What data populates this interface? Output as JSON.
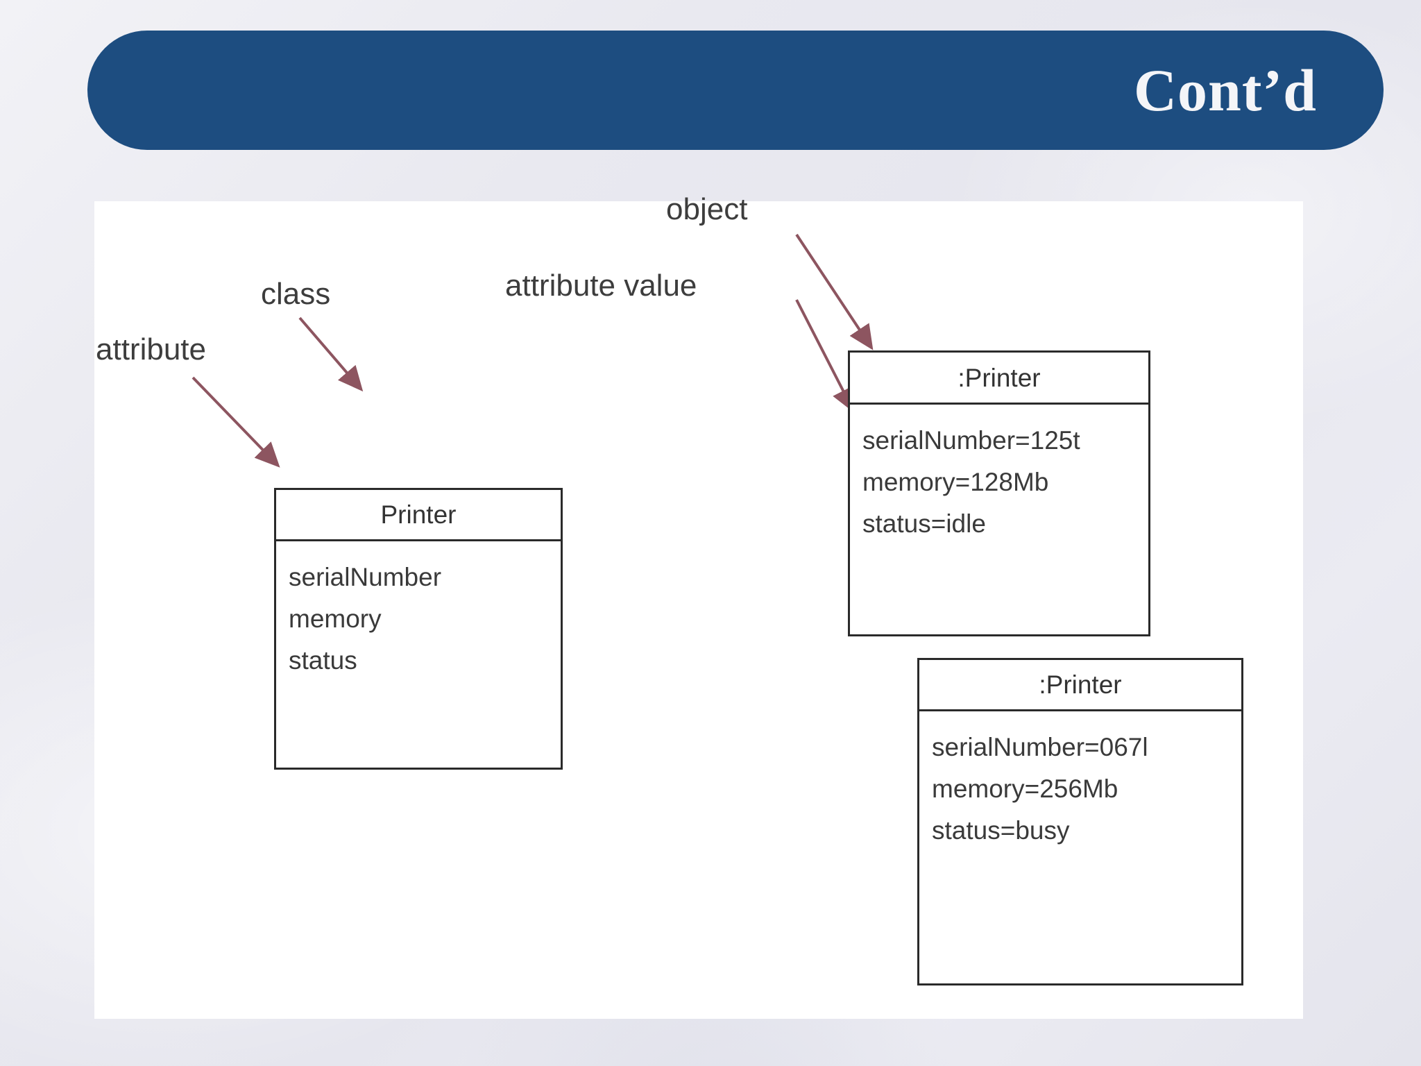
{
  "slide": {
    "title": "Cont’d",
    "title_bar_color": "#1d4d80",
    "title_text_color": "#f4f5f8",
    "background_color": "#e8e8ef",
    "panel_color": "#ffffff"
  },
  "diagram": {
    "type": "uml-class-and-object-diagram",
    "line_color": "#2a2a2a",
    "arrow_color": "#8d5560",
    "annotations": [
      {
        "id": "attribute",
        "label": "attribute",
        "points_to": "class-box-attribute-serialNumber"
      },
      {
        "id": "class",
        "label": "class",
        "points_to": "class-box-header"
      },
      {
        "id": "attribute-value",
        "label": "attribute value",
        "points_to": "object-box-1-attribute-memory"
      },
      {
        "id": "object",
        "label": "object",
        "points_to": "object-box-1-header"
      }
    ],
    "class_box": {
      "name": "Printer",
      "attributes": [
        "serialNumber",
        "memory",
        "status"
      ]
    },
    "object_boxes": [
      {
        "name": ":Printer",
        "attributes": [
          "serialNumber=125t",
          "memory=128Mb",
          "status=idle"
        ]
      },
      {
        "name": ":Printer",
        "attributes": [
          "serialNumber=067l",
          "memory=256Mb",
          "status=busy"
        ]
      }
    ]
  }
}
